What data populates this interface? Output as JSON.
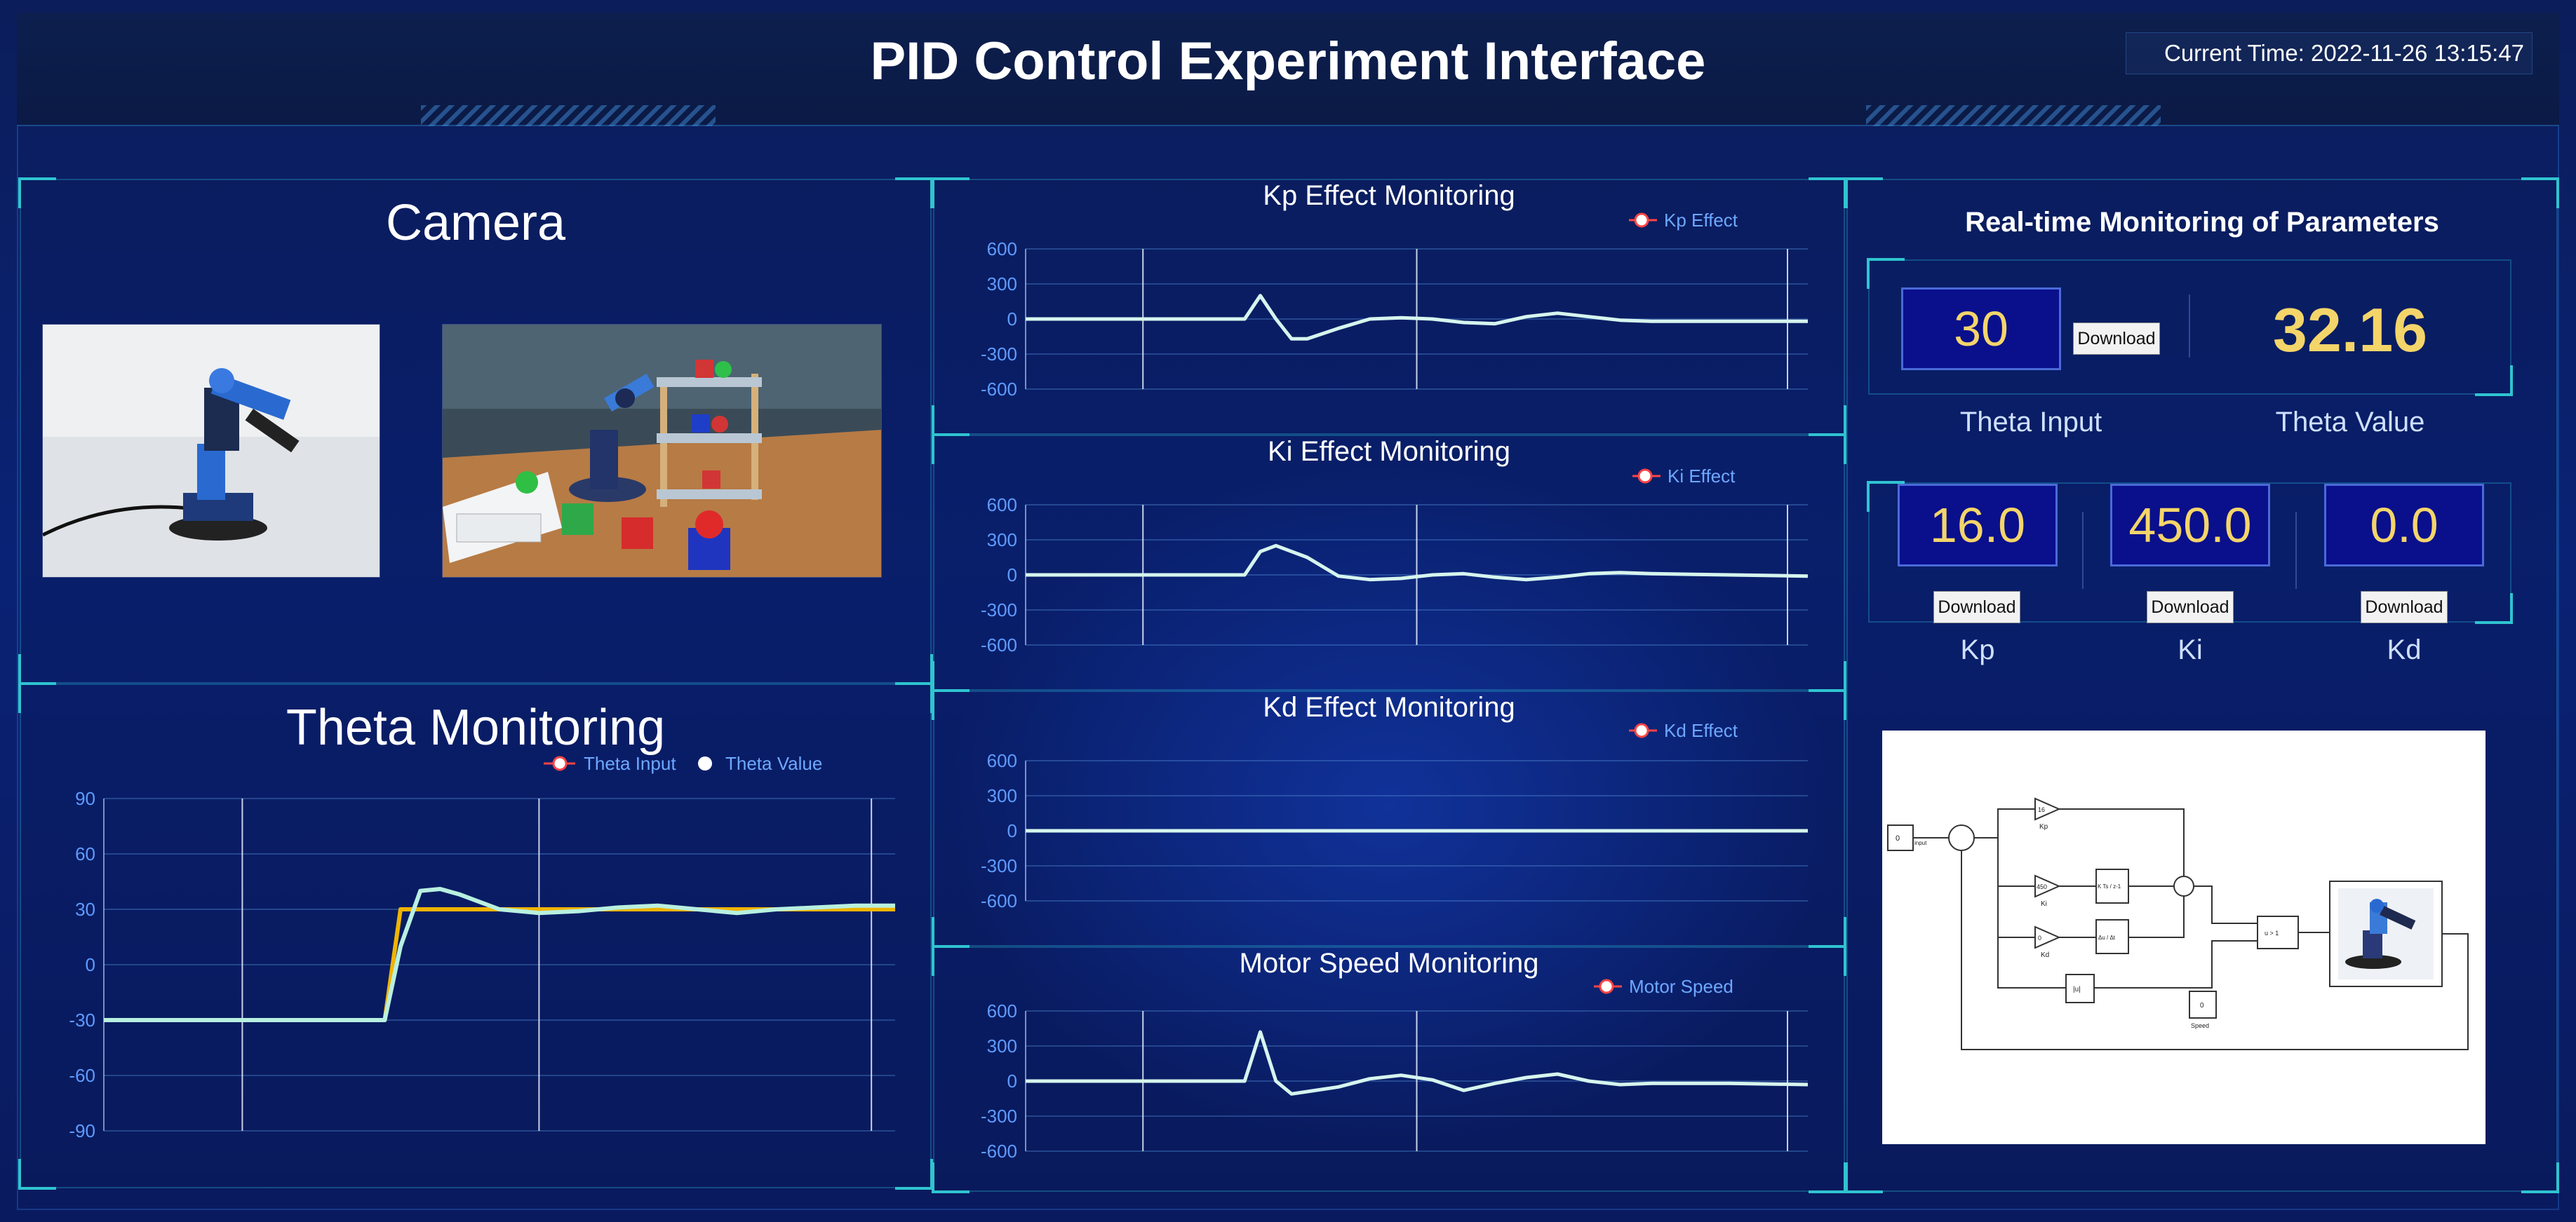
{
  "header": {
    "title": "PID Control Experiment Interface",
    "clock": "Current Time: 2022-11-26 13:15:47"
  },
  "camera": {
    "title": "Camera",
    "images": [
      "physical-robot-arm-photo",
      "simulated-robot-arm-scene"
    ]
  },
  "theta_panel": {
    "title": "Theta Monitoring",
    "legend": [
      "Theta Input",
      "Theta Value"
    ]
  },
  "kp_panel": {
    "title": "Kp Effect Monitoring",
    "legend": "Kp Effect"
  },
  "ki_panel": {
    "title": "Ki Effect Monitoring",
    "legend": "Ki Effect"
  },
  "kd_panel": {
    "title": "Kd Effect Monitoring",
    "legend": "Kd Effect"
  },
  "speed_panel": {
    "title": "Motor Speed Monitoring",
    "legend": "Motor Speed"
  },
  "params": {
    "title": "Real-time Monitoring of Parameters",
    "theta_input_value": "30",
    "theta_value": "32.16",
    "theta_input_label": "Theta Input",
    "theta_value_label": "Theta Value",
    "kp_value": "16.0",
    "ki_value": "450.0",
    "kd_value": "0.0",
    "kp_label": "Kp",
    "ki_label": "Ki",
    "kd_label": "Kd",
    "download_label": "Download"
  },
  "diagram": {
    "input_block": "0",
    "input_label": "input",
    "kp_gain": "16",
    "kp_label": "Kp",
    "ki_gain": "450",
    "ki_label": "Ki",
    "kd_gain": "0",
    "kd_label": "Kd",
    "integrator": "K Ts / z-1",
    "derivative": "Δu / Δt",
    "abs_block": "|u|",
    "speed_block": "0",
    "speed_label": "Speed",
    "switch_block": "u > 1"
  },
  "colors": {
    "accent_cyan": "#2fc4d0",
    "series_line": "#d6f5ee",
    "theta_input": "#f0b400",
    "theta_value": "#b8f0e0",
    "value_yellow": "#f4d56a",
    "param_box": "#0a0f8c"
  },
  "chart_data": [
    {
      "type": "line",
      "name": "theta",
      "title": "Theta Monitoring",
      "x": [
        0,
        5,
        10,
        14.2,
        15,
        16,
        17,
        18,
        20,
        22,
        24,
        26,
        28,
        30,
        32,
        34,
        36,
        38,
        40
      ],
      "ylim": [
        -90,
        90
      ],
      "yticks": [
        90,
        60,
        30,
        0,
        -30,
        -60,
        -90
      ],
      "series": [
        {
          "name": "Theta Input",
          "values": [
            -30,
            -30,
            -30,
            -30,
            30,
            30,
            30,
            30,
            30,
            30,
            30,
            30,
            30,
            30,
            30,
            30,
            30,
            30,
            30
          ]
        },
        {
          "name": "Theta Value",
          "values": [
            -30,
            -30,
            -30,
            -30,
            10,
            40,
            41,
            38,
            30,
            28,
            29,
            31,
            32,
            30,
            28,
            30,
            31,
            32,
            32
          ]
        }
      ]
    },
    {
      "type": "line",
      "name": "kp",
      "title": "Kp Effect Monitoring",
      "ylim": [
        -600,
        600
      ],
      "yticks": [
        600,
        300,
        0,
        -300,
        -600
      ],
      "x": [
        0,
        10,
        14,
        15,
        16,
        17,
        18,
        20,
        22,
        24,
        26,
        28,
        30,
        32,
        34,
        36,
        38,
        40,
        45,
        50
      ],
      "series": [
        {
          "name": "Kp Effect",
          "values": [
            0,
            0,
            0,
            200,
            0,
            -170,
            -170,
            -80,
            0,
            10,
            0,
            -30,
            -40,
            20,
            50,
            20,
            -10,
            -20,
            -20,
            -20
          ]
        }
      ]
    },
    {
      "type": "line",
      "name": "ki",
      "title": "Ki Effect Monitoring",
      "ylim": [
        -600,
        600
      ],
      "yticks": [
        600,
        300,
        0,
        -300,
        -600
      ],
      "x": [
        0,
        10,
        14,
        15,
        16,
        18,
        20,
        22,
        24,
        26,
        28,
        30,
        32,
        34,
        36,
        38,
        40,
        45,
        50
      ],
      "series": [
        {
          "name": "Ki Effect",
          "values": [
            0,
            0,
            0,
            200,
            250,
            150,
            -10,
            -40,
            -30,
            0,
            10,
            -20,
            -40,
            -20,
            10,
            20,
            10,
            0,
            -10
          ]
        }
      ]
    },
    {
      "type": "line",
      "name": "kd",
      "title": "Kd Effect Monitoring",
      "ylim": [
        -600,
        600
      ],
      "yticks": [
        600,
        300,
        0,
        -300,
        -600
      ],
      "x": [
        0,
        50
      ],
      "series": [
        {
          "name": "Kd Effect",
          "values": [
            0,
            0
          ]
        }
      ]
    },
    {
      "type": "line",
      "name": "speed",
      "title": "Motor Speed Monitoring",
      "ylim": [
        -600,
        600
      ],
      "yticks": [
        600,
        300,
        0,
        -300,
        -600
      ],
      "x": [
        0,
        10,
        14,
        15,
        16,
        17,
        18,
        20,
        22,
        24,
        26,
        28,
        30,
        32,
        34,
        36,
        38,
        40,
        45,
        50
      ],
      "series": [
        {
          "name": "Motor Speed",
          "values": [
            0,
            0,
            0,
            420,
            0,
            -110,
            -90,
            -50,
            20,
            50,
            10,
            -80,
            -20,
            30,
            60,
            0,
            -30,
            -20,
            -20,
            -30
          ]
        }
      ]
    }
  ]
}
